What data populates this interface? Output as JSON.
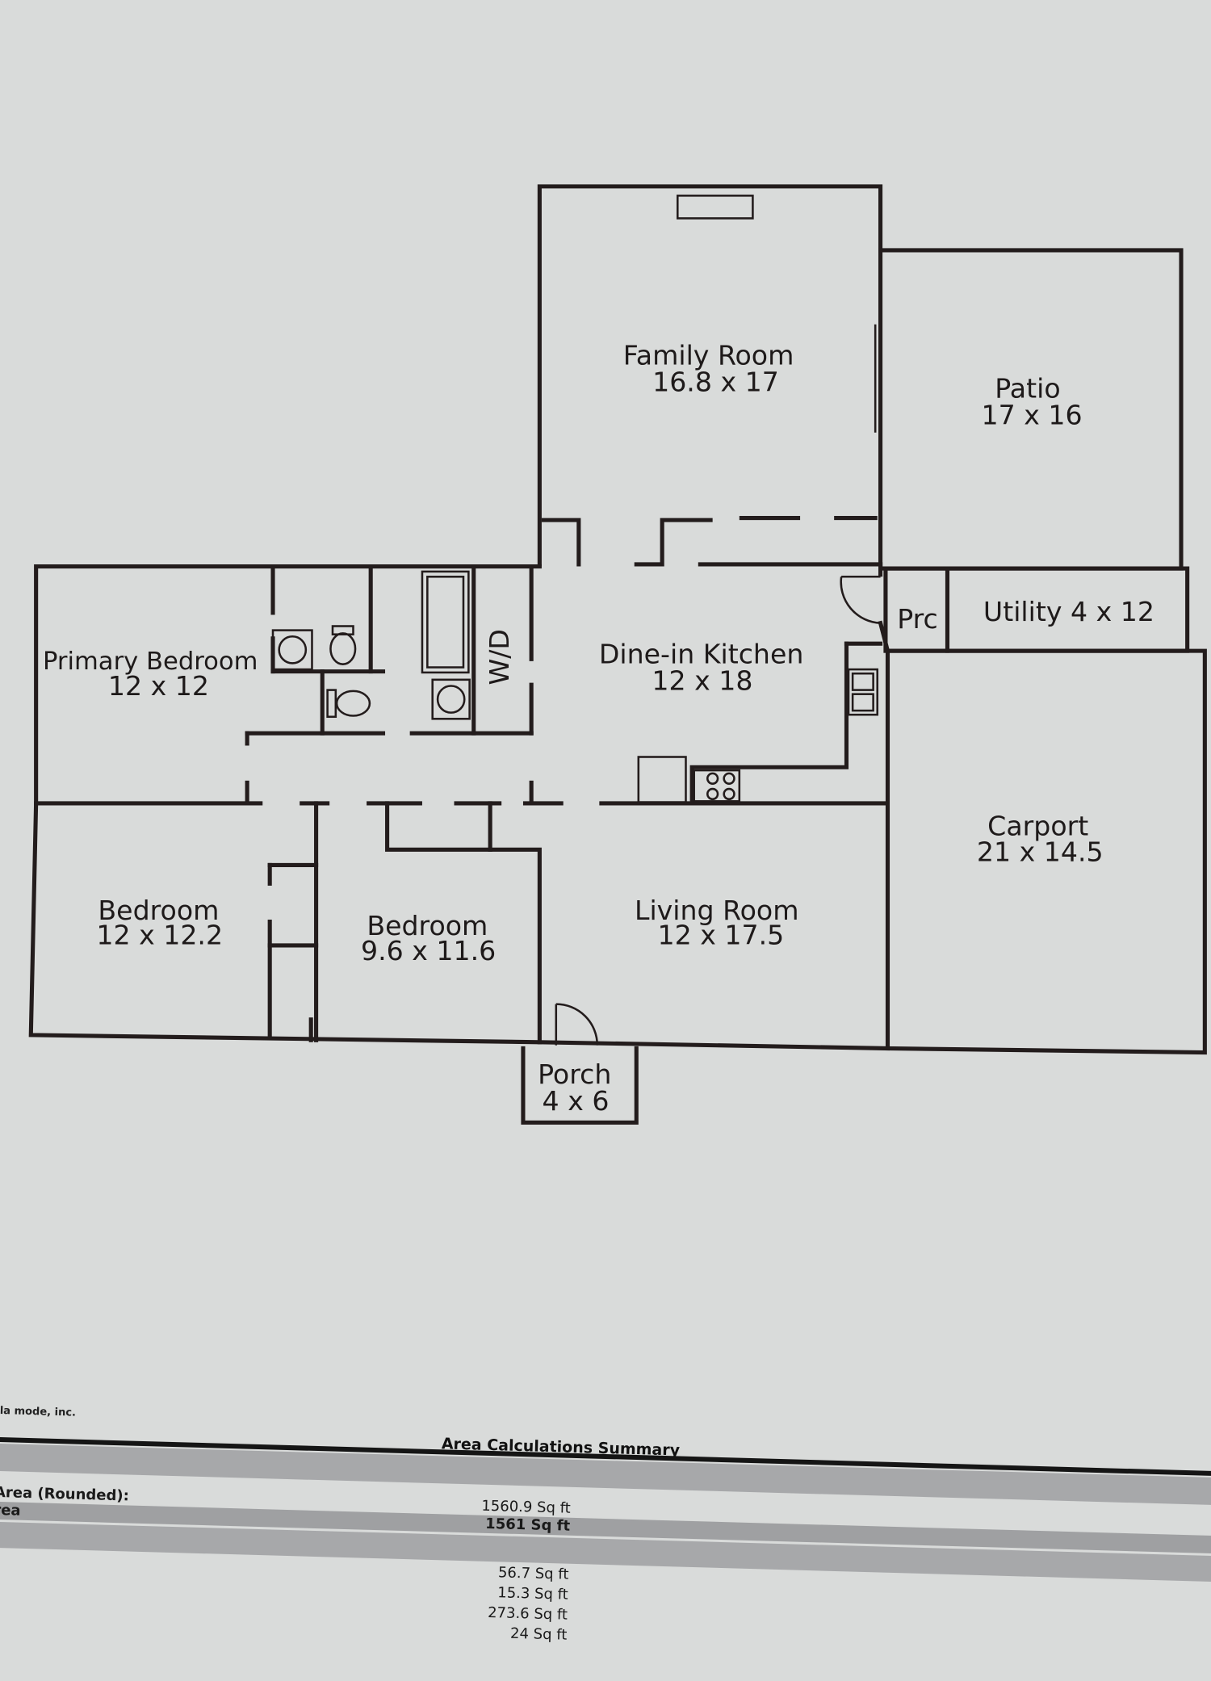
{
  "rooms": {
    "family_room": {
      "name": "Family Room",
      "size": "16.8 x 17"
    },
    "patio": {
      "name": "Patio",
      "size": "17 x 16"
    },
    "prc": {
      "name": "Prc"
    },
    "utility": {
      "name": "Utility 4 x 12"
    },
    "primary_bedroom": {
      "name": "Primary Bedroom",
      "size": "12 x 12"
    },
    "wd": {
      "name": "W/D"
    },
    "kitchen": {
      "name": "Dine-in Kitchen",
      "size": "12 x 18"
    },
    "carport": {
      "name": "Carport",
      "size": "21 x 14.5"
    },
    "bedroom1": {
      "name": "Bedroom",
      "size": "12 x 12.2"
    },
    "bedroom2": {
      "name": "Bedroom",
      "size": "9.6 x 11.6"
    },
    "living_room": {
      "name": "Living Room",
      "size": "12 x 17.5"
    },
    "porch": {
      "name": "Porch",
      "size": "4 x 6"
    }
  },
  "summary": {
    "company": "la mode, inc.",
    "title": "Area Calculations Summary",
    "rows": [
      {
        "label": "Area (Rounded):",
        "value": "1560.9 Sq ft"
      },
      {
        "label": "rea",
        "value": "1561 Sq ft"
      }
    ],
    "values": [
      "56.7 Sq ft",
      "15.3 Sq ft",
      "273.6 Sq ft",
      "24 Sq ft"
    ]
  }
}
